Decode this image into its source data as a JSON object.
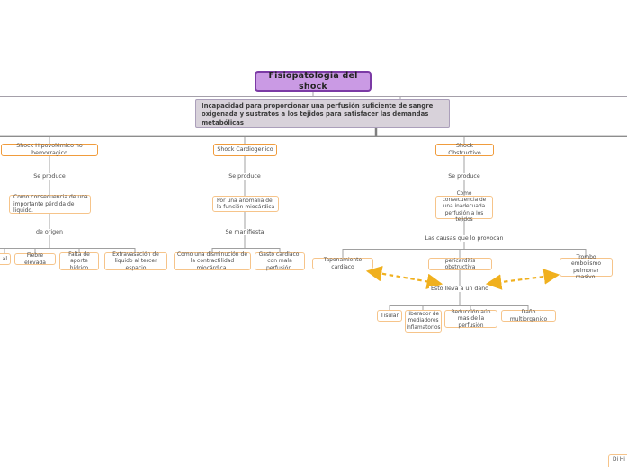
{
  "root": {
    "title": "Fisiopatologia del shock",
    "definition": "Incapacidad para proporcionar una perfusión suficiente de sangre oxigenada y sustratos a los tejidos para satisfacer las demandas metabólicas"
  },
  "branches": {
    "hipovolemico": {
      "name": "Shock Hipovolémico no hemorragico",
      "link1": "Se produce",
      "cause": "Como consecuencia de una importante pérdida de liquido.",
      "link2": "de origen",
      "leaves": {
        "cut": "al",
        "fiebre": "Fiebre elevada",
        "aporte": "Falta de aporte hídrico",
        "extravasacion": "Extravasación de liquido al tercer espacio"
      }
    },
    "cardiogenico": {
      "name": "Shock Cardiogenico",
      "link1": "Se produce",
      "cause": "Por una anomalia de la función miocárdica",
      "link2": "Se manifiesta",
      "leaves": {
        "contractilidad": "Como una disminución de la contractilidad miocárdica.",
        "gasto": "Gasto cardiaco, con mala perfusión."
      }
    },
    "obstructivo": {
      "name": "Shock Obstructivo",
      "link1": "Se produce",
      "cause": "Como consecuencia de una inadecuada perfusión a los tejidos",
      "link2": "Las causas que lo provocan",
      "leaves": {
        "taponamiento": "Taponamiento cardiaco",
        "pericarditis": "pericarditis obstructiva",
        "trombo": "Trombo embolismo pulmonar masivo."
      }
    }
  },
  "damage": {
    "link": "Esto lleva a un daño",
    "leaves": {
      "tisular": "Tisular",
      "mediadores": "liberador de mediadores inflamatorios",
      "reduccion": "Reducción aún mas de la perfusión",
      "multiorganico": "Daño multiorganico"
    }
  },
  "fragments": {
    "corner_box": "Di Hi"
  },
  "colors": {
    "title_fill": "#ca9ae4",
    "title_border": "#7b3aa5",
    "definition_fill": "#d8d2da",
    "definition_border": "#ab9fba",
    "node_border_strong": "#f09c3d",
    "node_border_light": "#f6c48a",
    "connector_gray": "#9a9a9a",
    "arrow_yellow": "#f0b01e"
  }
}
